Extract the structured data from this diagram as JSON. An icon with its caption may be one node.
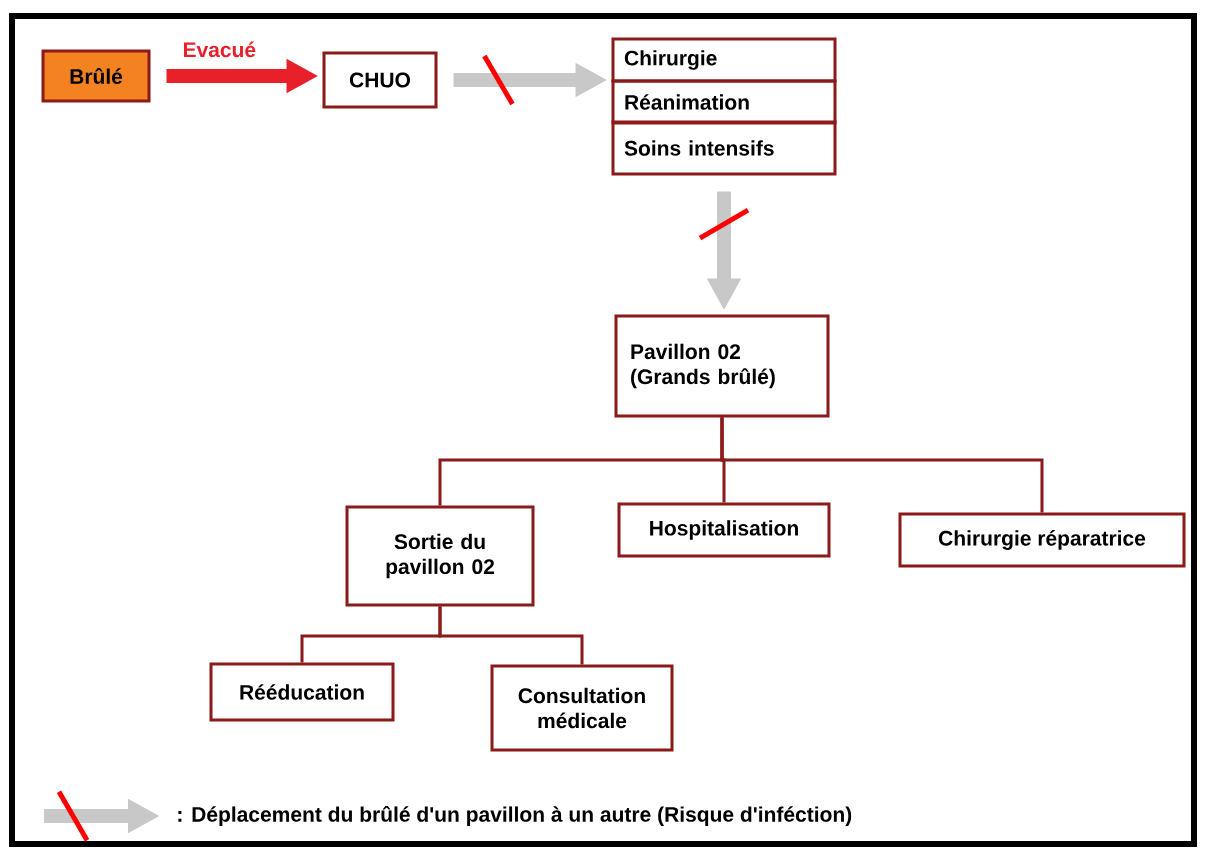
{
  "diagram": {
    "nodes": [
      {
        "text": [
          "Brûlé"
        ]
      },
      {
        "text": [
          "CHUO"
        ]
      },
      {
        "text": [
          "Chirurgie"
        ]
      },
      {
        "text": [
          "Réanimation"
        ]
      },
      {
        "text": [
          "Soins intensifs"
        ]
      },
      {
        "text": [
          "Pavillon 02 (Grands brûlé)"
        ]
      },
      {
        "text": [
          "Sortie du pavillon 02"
        ]
      },
      {
        "text": [
          "Hospitalisation"
        ]
      },
      {
        "text": [
          "Chirurgie réparatrice"
        ]
      },
      {
        "text": [
          "Rééducation"
        ]
      },
      {
        "text": [
          "Consultation médicale"
        ]
      }
    ],
    "edges": [
      {
        "from": 0,
        "to": 1,
        "arrow": "to",
        "label": "Evacué",
        "style": "thick",
        "color": "#e8202a"
      },
      {
        "from": 1,
        "to": 3,
        "arrow": "to",
        "style": "thick",
        "color": "#c8c8c8"
      },
      {
        "from": 4,
        "to": 5,
        "arrow": "to",
        "style": "thick",
        "color": "#c8c8c8"
      },
      {
        "from": 5,
        "to": 6,
        "arrow": "none"
      },
      {
        "from": 5,
        "to": 7,
        "arrow": "none"
      },
      {
        "from": 5,
        "to": 8,
        "arrow": "none"
      },
      {
        "from": 6,
        "to": 9,
        "arrow": "none"
      },
      {
        "from": 6,
        "to": 10,
        "arrow": "none"
      }
    ],
    "legend": [
      {
        "text": ": Déplacement du brûlé d'un pavillon à un autre (Risque d'inféction)"
      }
    ]
  }
}
